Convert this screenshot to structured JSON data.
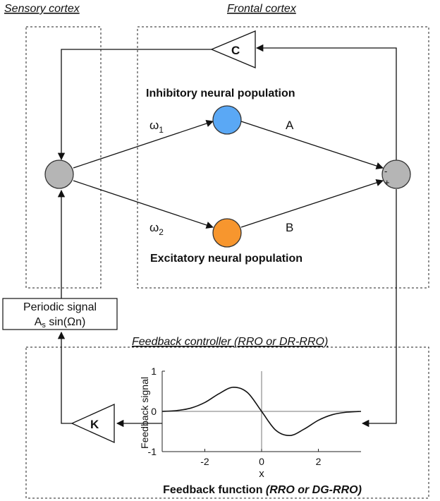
{
  "regions": {
    "sensory_title": "Sensory cortex",
    "frontal_title": "Frontal cortex",
    "controller_title": "Feedback controller (RRO or DR-RRO)"
  },
  "populations": {
    "inhibitory_label": "Inhibitory neural population",
    "excitatory_label": "Excitatory neural population"
  },
  "weights": {
    "w1": "ω",
    "w1_sub": "1",
    "w2": "ω",
    "w2_sub": "2",
    "a": "A",
    "b": "B"
  },
  "gains": {
    "c": "C",
    "k": "K"
  },
  "sum_signs": {
    "minus": "-",
    "plus": "+"
  },
  "signal_box": {
    "line1": "Periodic signal",
    "line2_a": "A",
    "line2_sub": "s",
    "line2_b": " sin(Ωn)"
  },
  "plot": {
    "ylabel": "Feedback signal",
    "xlabel": "x",
    "title_prefix": "Feedback function ",
    "title_italic": "(RRO or DG-RRO)"
  },
  "colors": {
    "inhibitory": "#5aa8f5",
    "excitatory": "#f7962e",
    "node_gray": "#b5b5b5"
  },
  "chart_data": {
    "type": "line",
    "x": [
      -3.5,
      -3,
      -2.5,
      -2,
      -1.5,
      -1,
      -0.5,
      0,
      0.5,
      1,
      1.5,
      2,
      2.5,
      3,
      3.5
    ],
    "series": [
      {
        "values": [
          0.0,
          0.02,
          0.08,
          0.22,
          0.44,
          0.6,
          0.47,
          0.0,
          -0.47,
          -0.6,
          -0.44,
          -0.22,
          -0.08,
          -0.02,
          0.0
        ]
      }
    ],
    "xlabel": "x",
    "ylabel": "Feedback signal",
    "xlim": [
      -3.5,
      3.5
    ],
    "ylim": [
      -1,
      1
    ],
    "xticks": [
      "-2",
      "0",
      "2"
    ],
    "yticks": [
      "1",
      "0",
      "-1"
    ]
  }
}
